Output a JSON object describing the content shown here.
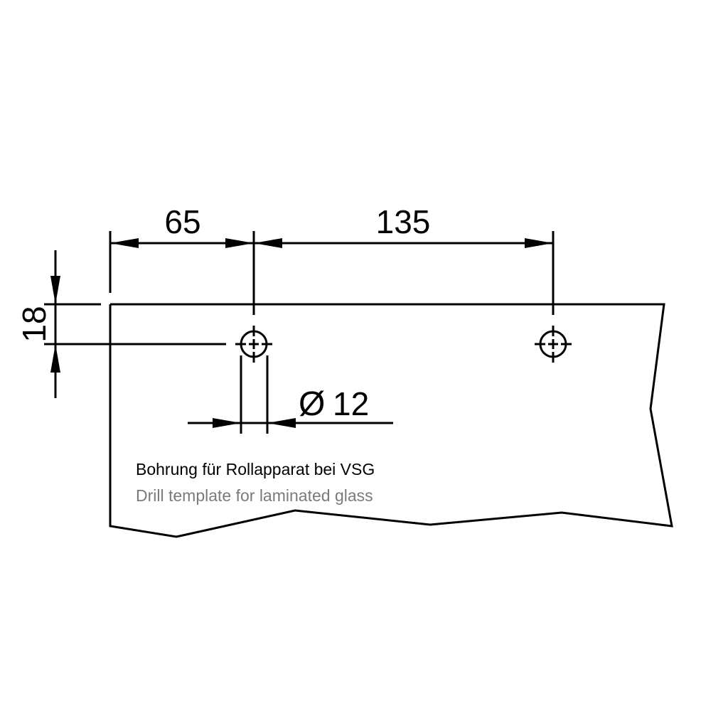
{
  "dimensions": {
    "hole_offset_x": "65",
    "hole_spacing": "135",
    "hole_offset_y": "18",
    "hole_diameter_symbol": "Ø",
    "hole_diameter": "12"
  },
  "captions": {
    "german": "Bohrung für Rollapparat bei VSG",
    "english": "Drill template for laminated glass"
  },
  "colors": {
    "line": "#000000",
    "caption_secondary": "#7a7a7a"
  }
}
